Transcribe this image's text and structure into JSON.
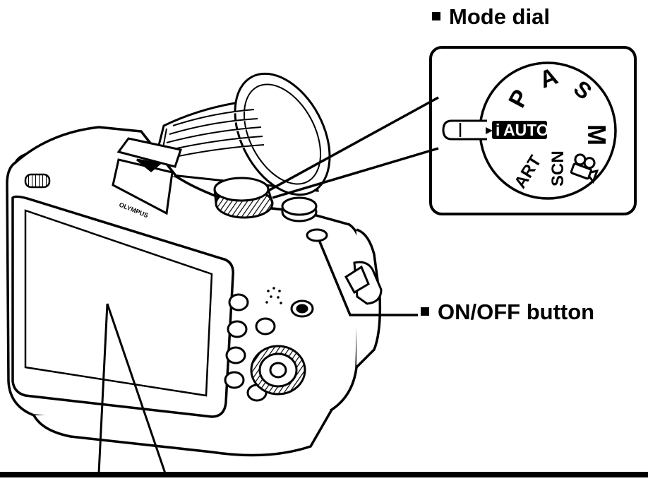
{
  "labels": {
    "mode_dial": "Mode dial",
    "on_off_button": "ON/OFF button"
  },
  "dial": {
    "positions": [
      "P",
      "A",
      "S",
      "M",
      "ART",
      "SCN"
    ],
    "iauto_i": "i",
    "iauto_text": "AUTO"
  },
  "camera": {
    "brand": "OLYMPUS"
  },
  "colors": {
    "ink": "#000000",
    "paper": "#ffffff",
    "shade": "#d9d9d9"
  }
}
